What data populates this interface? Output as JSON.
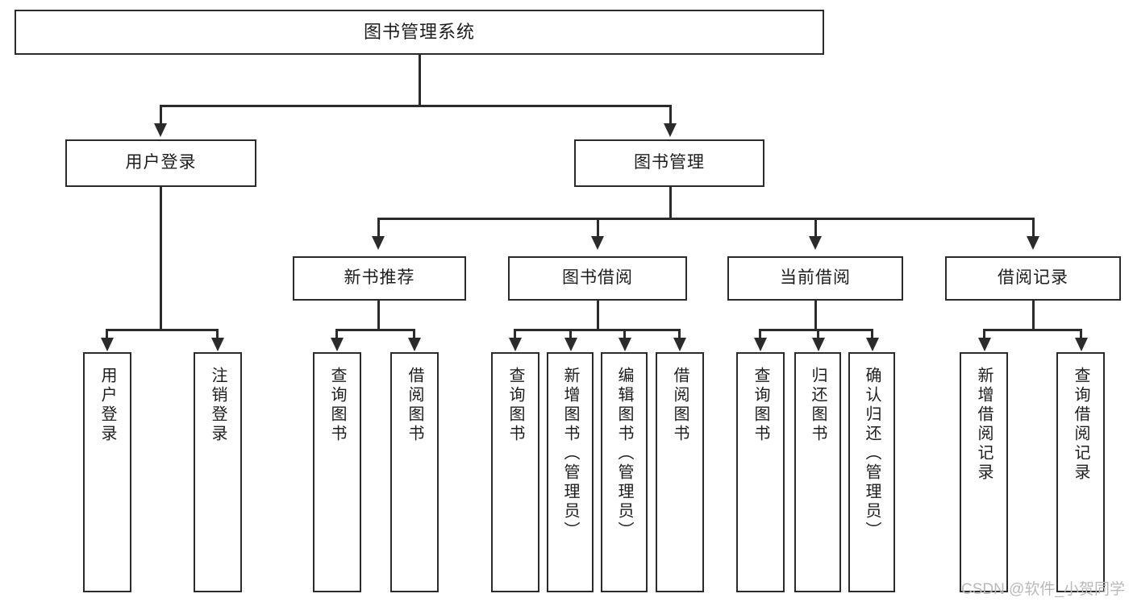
{
  "diagram": {
    "type": "tree-hierarchy",
    "title": "图书管理系统",
    "root": {
      "id": "root",
      "label": "图书管理系统"
    },
    "level2": [
      {
        "id": "user-login",
        "label": "用户登录"
      },
      {
        "id": "book-manage",
        "label": "图书管理"
      }
    ],
    "level3": [
      {
        "id": "new-book-recommend",
        "label": "新书推荐",
        "parent": "book-manage"
      },
      {
        "id": "book-borrow",
        "label": "图书借阅",
        "parent": "book-manage"
      },
      {
        "id": "current-borrow",
        "label": "当前借阅",
        "parent": "book-manage"
      },
      {
        "id": "borrow-record",
        "label": "借阅记录",
        "parent": "book-manage"
      }
    ],
    "leaves": [
      {
        "id": "leaf-user-login",
        "label": "用户登录",
        "parent": "user-login"
      },
      {
        "id": "leaf-logout",
        "label": "注销登录",
        "parent": "user-login"
      },
      {
        "id": "leaf-query-book-1",
        "label": "查询图书",
        "parent": "new-book-recommend"
      },
      {
        "id": "leaf-borrow-book-1",
        "label": "借阅图书",
        "parent": "new-book-recommend"
      },
      {
        "id": "leaf-query-book-2",
        "label": "查询图书",
        "parent": "book-borrow"
      },
      {
        "id": "leaf-add-book",
        "label": "新增图书（管理员）",
        "parent": "book-borrow"
      },
      {
        "id": "leaf-edit-book",
        "label": "编辑图书（管理员）",
        "parent": "book-borrow"
      },
      {
        "id": "leaf-borrow-book-2",
        "label": "借阅图书",
        "parent": "book-borrow"
      },
      {
        "id": "leaf-query-book-3",
        "label": "查询图书",
        "parent": "current-borrow"
      },
      {
        "id": "leaf-return-book",
        "label": "归还图书",
        "parent": "current-borrow"
      },
      {
        "id": "leaf-confirm-return",
        "label": "确认归还（管理员）",
        "parent": "current-borrow"
      },
      {
        "id": "leaf-add-record",
        "label": "新增借阅记录",
        "parent": "borrow-record"
      },
      {
        "id": "leaf-query-record",
        "label": "查询借阅记录",
        "parent": "borrow-record"
      }
    ],
    "colors": {
      "stroke": "#2b2b2b",
      "fill": "#ffffff",
      "text": "#1d1d1d",
      "watermark": "#b9b9b9"
    }
  },
  "watermark": {
    "text": "CSDN @软件_小贺同学"
  }
}
